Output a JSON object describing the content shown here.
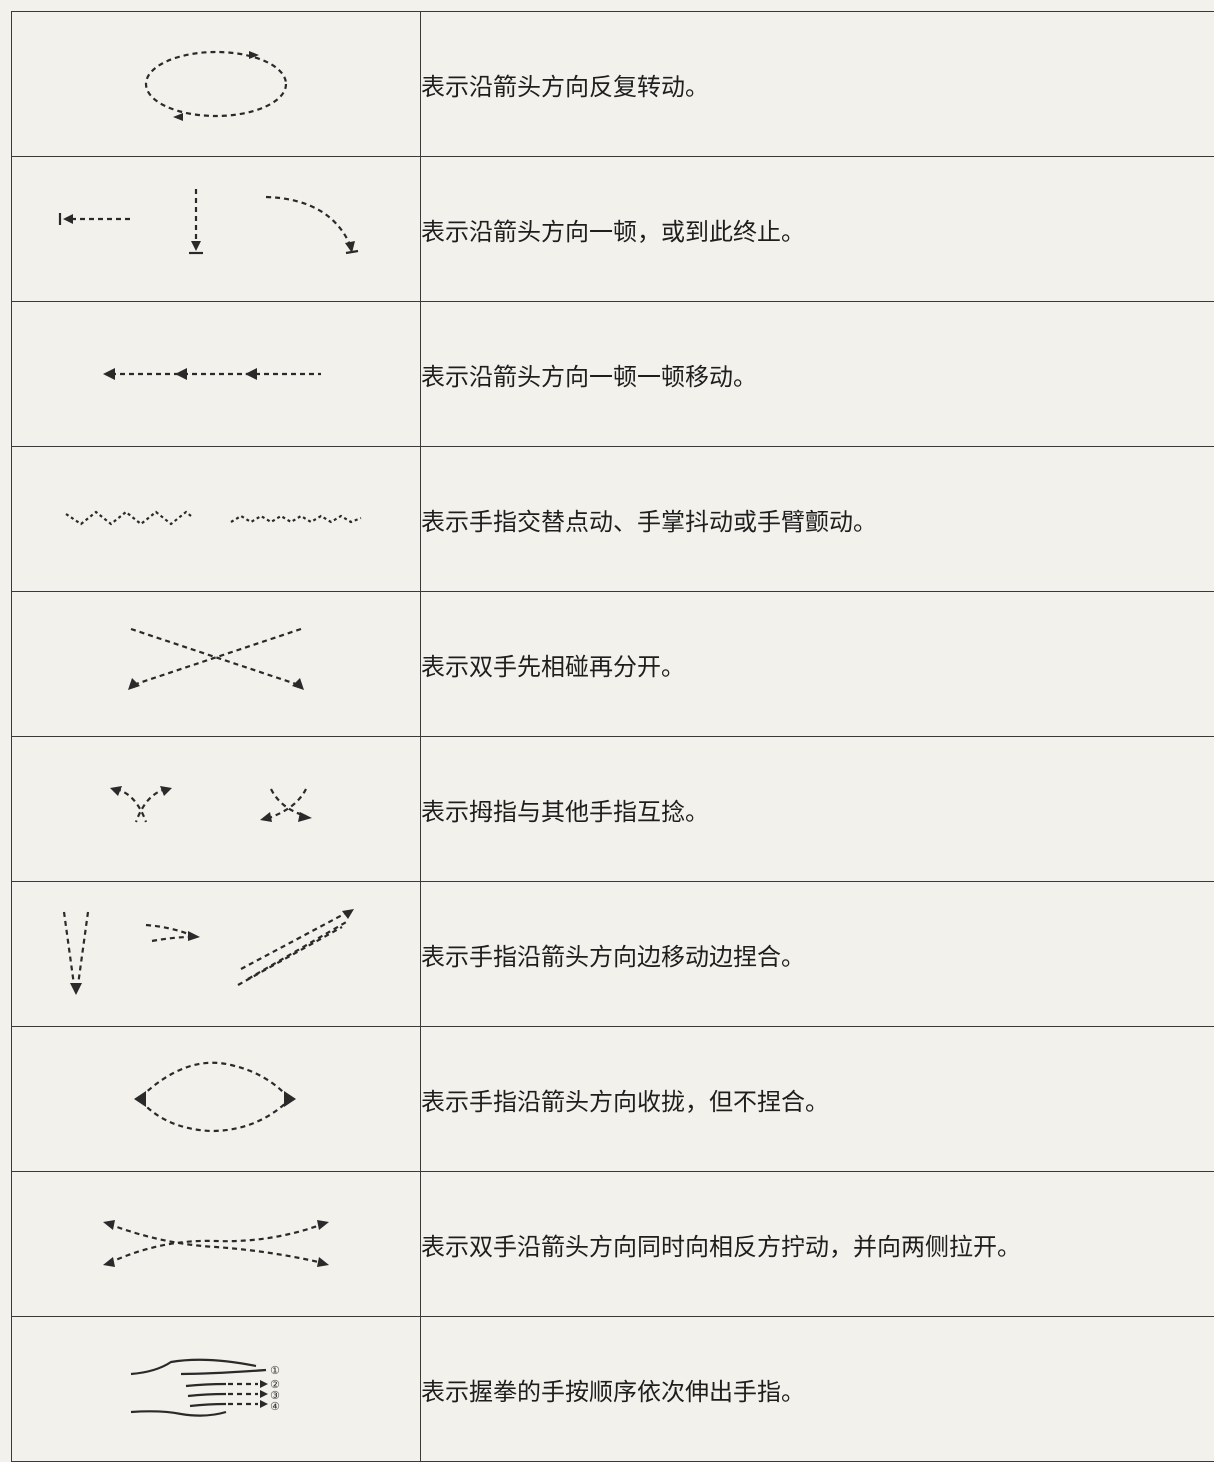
{
  "rows": [
    {
      "icon": "dashed-ellipse-rotate-arrows-icon",
      "text": "表示沿箭头方向反复转动。"
    },
    {
      "icon": "dashed-arrow-stop-icon",
      "text": "表示沿箭头方向一顿，或到此终止。"
    },
    {
      "icon": "dashed-arrow-stepwise-icon",
      "text": "表示沿箭头方向一顿一顿移动。"
    },
    {
      "icon": "zigzag-wave-lines-icon",
      "text": "表示手指交替点动、手掌抖动或手臂颤动。"
    },
    {
      "icon": "crossing-arrows-apart-icon",
      "text": "表示双手先相碰再分开。"
    },
    {
      "icon": "thumb-finger-twist-icon",
      "text": "表示拇指与其他手指互捻。"
    },
    {
      "icon": "fingers-pinch-arrows-icon",
      "text": "表示手指沿箭头方向边移动边捏合。"
    },
    {
      "icon": "fingers-close-ellipse-icon",
      "text": "表示手指沿箭头方向收拢，但不捏合。"
    },
    {
      "icon": "twist-pull-apart-icon",
      "text": "表示双手沿箭头方向同时向相反方拧动，并向两侧拉开。"
    },
    {
      "icon": "fist-fingers-sequence-icon",
      "text": "表示握拳的手按顺序依次伸出手指。",
      "sequence": [
        "①",
        "②",
        "③",
        "④"
      ]
    }
  ],
  "colors": {
    "text": "#1e1e1e",
    "line": "#3a3a3a",
    "paper": "#f3f1ec"
  }
}
